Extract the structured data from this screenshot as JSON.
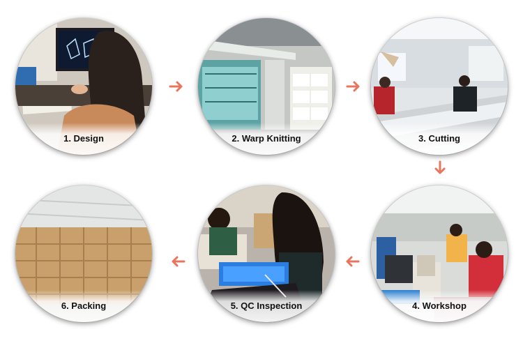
{
  "steps": [
    {
      "id": "design",
      "label": "1. Design"
    },
    {
      "id": "warp-knitting",
      "label": "2. Warp Knitting"
    },
    {
      "id": "cutting",
      "label": "3. Cutting"
    },
    {
      "id": "workshop",
      "label": "4. Workshop"
    },
    {
      "id": "qc-inspection",
      "label": "5. QC Inspection"
    },
    {
      "id": "packing",
      "label": "6. Packing"
    }
  ],
  "arrows": [
    {
      "from": "design",
      "to": "warp-knitting",
      "direction": "right"
    },
    {
      "from": "warp-knitting",
      "to": "cutting",
      "direction": "right"
    },
    {
      "from": "cutting",
      "to": "workshop",
      "direction": "down"
    },
    {
      "from": "workshop",
      "to": "qc-inspection",
      "direction": "left"
    },
    {
      "from": "qc-inspection",
      "to": "packing",
      "direction": "left"
    }
  ],
  "colors": {
    "arrow": "#e8765f",
    "label_text": "#111111"
  }
}
